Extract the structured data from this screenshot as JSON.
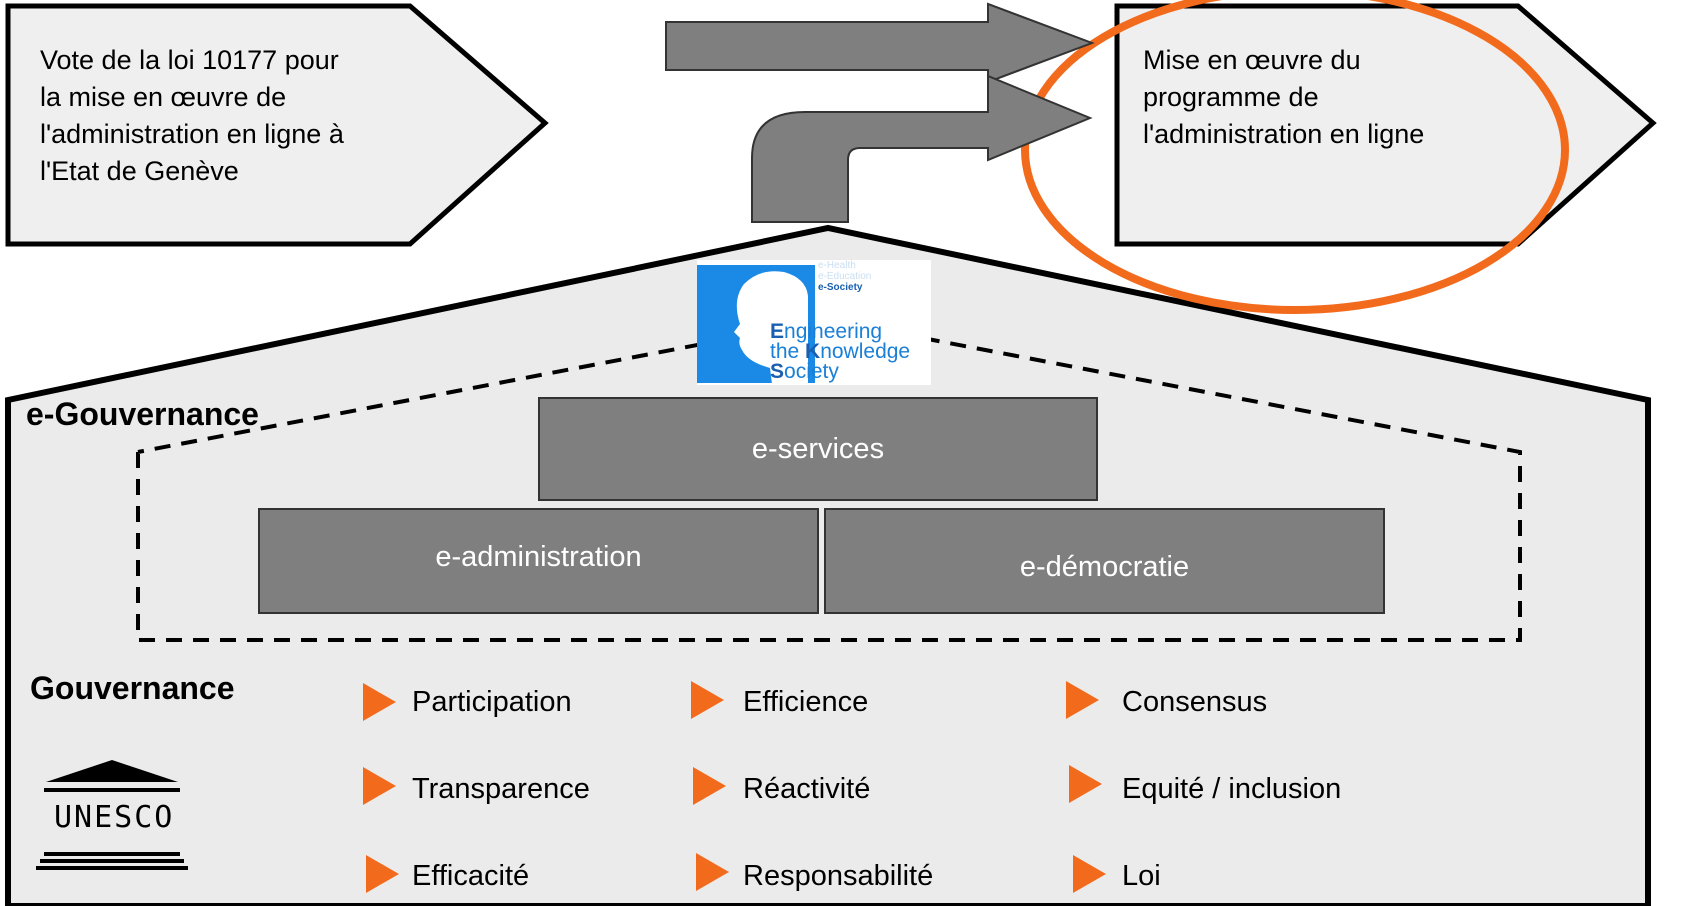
{
  "left_arrow": {
    "lines": [
      "Vote de la loi 10177 pour",
      "la mise en œuvre de",
      "l'administration en ligne à",
      "l'Etat de Genève"
    ]
  },
  "right_arrow": {
    "lines": [
      "Mise en œuvre du",
      "programme de",
      "l'administration en ligne"
    ]
  },
  "logo": {
    "tagline": [
      "e-Health",
      "e-Education",
      "e-Society"
    ],
    "name_parts": [
      {
        "cap": "E",
        "rest": "ngineering"
      },
      {
        "pre": "the ",
        "cap": "K",
        "rest": "nowledge"
      },
      {
        "cap": "S",
        "rest": "ociety"
      }
    ]
  },
  "e_gouvernance": {
    "heading": "e-Gouvernance",
    "blocks": {
      "top": "e-services",
      "left": "e-administration",
      "right": "e-démocratie"
    }
  },
  "gouvernance": {
    "heading": "Gouvernance",
    "principles": [
      [
        "Participation",
        "Efficience",
        "Consensus"
      ],
      [
        "Transparence",
        "Réactivité",
        "Equité / inclusion"
      ],
      [
        "Efficacité",
        "Responsabilité",
        "Loi"
      ]
    ]
  },
  "unesco": {
    "word": "UNESCO"
  },
  "colors": {
    "accent_orange": "#f26b1d",
    "arrow_fill": "#efefef",
    "house_fill": "#ebebeb",
    "block_fill": "#7f7f7f",
    "logo_blue": "#1a7fd6"
  }
}
